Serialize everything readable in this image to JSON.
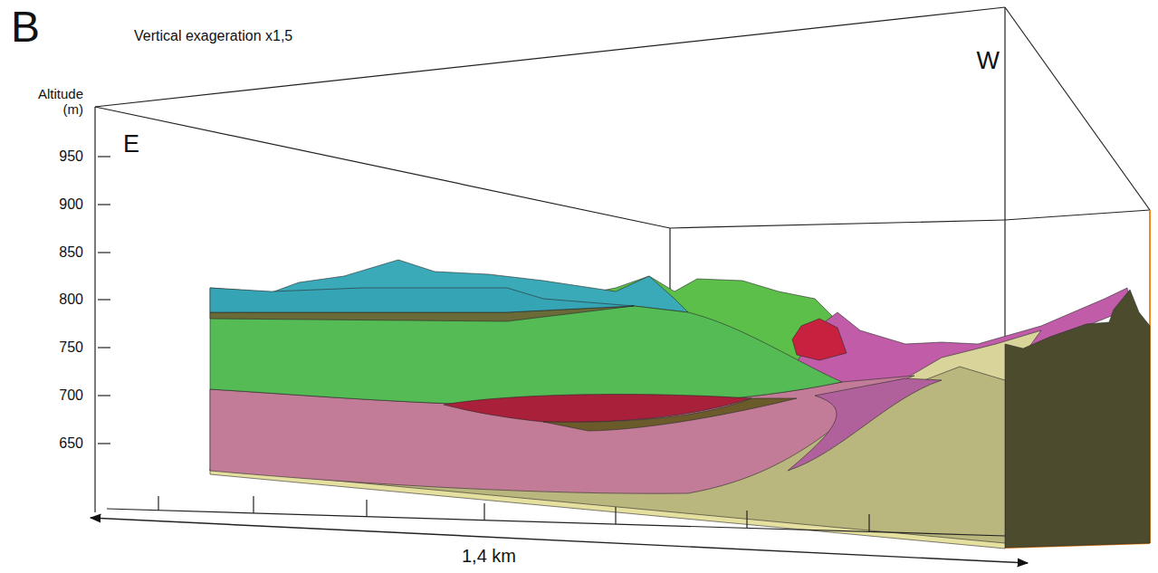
{
  "diagram": {
    "labels": [
      "B",
      "Vertical exageration x1,5",
      "Altitude (m)",
      "950",
      "900",
      "850",
      "800",
      "750",
      "700",
      "650",
      "E",
      "W",
      "1,4 km"
    ]
  }
}
